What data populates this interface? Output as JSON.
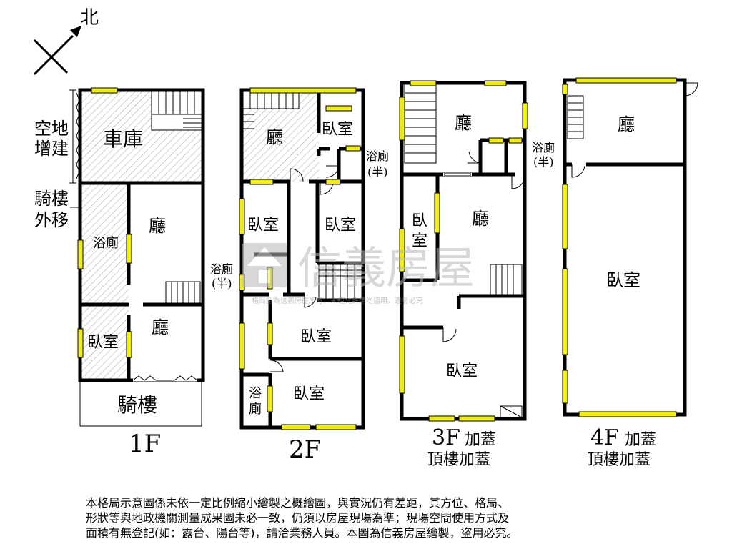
{
  "compass": {
    "north_label": "北"
  },
  "annotations": {
    "vacant_land_addition": [
      "空地",
      "增建"
    ],
    "arcade_moved_out": [
      "騎樓",
      "外移"
    ]
  },
  "floors": {
    "f1": {
      "caption": "1F",
      "rooms": {
        "garage": "車庫",
        "hall": "廳",
        "bath": "浴廁",
        "hall2": "廳",
        "bedroom": "臥室",
        "arcade": "騎樓"
      }
    },
    "f2": {
      "caption": "2F",
      "rooms": {
        "hall": "廳",
        "bedroom_small": "臥室",
        "half_bath": "浴廁",
        "half_bath_sub": "(半)",
        "bedroom_left": "臥室",
        "bedroom_center": "臥室",
        "half_bath_left": "浴廁",
        "half_bath_left_sub": "(半)",
        "bedroom_mid": "臥室",
        "bath_v1": "浴",
        "bath_v2": "廁",
        "bedroom_bottom": "臥室"
      }
    },
    "f3": {
      "caption": "3F",
      "caption_extra": "加蓋",
      "caption_line2": "頂樓加蓋",
      "rooms": {
        "hall_top": "廳",
        "half_bath": "浴廁",
        "half_bath_sub": "(半)",
        "bedroom_v1": "臥",
        "bedroom_v2": "室",
        "hall_mid": "廳",
        "bedroom_bottom": "臥室"
      }
    },
    "f4": {
      "caption": "4F",
      "caption_extra": "加蓋",
      "caption_line2": "頂樓加蓋",
      "rooms": {
        "hall": "廳",
        "bedroom": "臥室"
      }
    }
  },
  "watermark": {
    "brand": "信義房屋",
    "small_text": "格局圖為信義房屋所有，未經允許請勿盜用，違者必究"
  },
  "disclaimer": [
    "本格局示意圖係未依一定比例縮小繪製之概繪圖，與實況仍有差距，其方位、格局、",
    "形狀等與地政機關測量成果圖未必一致，仍須以房屋現場為準；現場空間使用方式及",
    "面積有無登記(如：露台、陽台等)，請洽業務人員。本圖為信義房屋繪製，盜用必究。"
  ],
  "colors": {
    "window": "#f2f000",
    "wall": "#000000",
    "hatch": "#9a9a9a",
    "watermark": "#c8c8c8"
  }
}
